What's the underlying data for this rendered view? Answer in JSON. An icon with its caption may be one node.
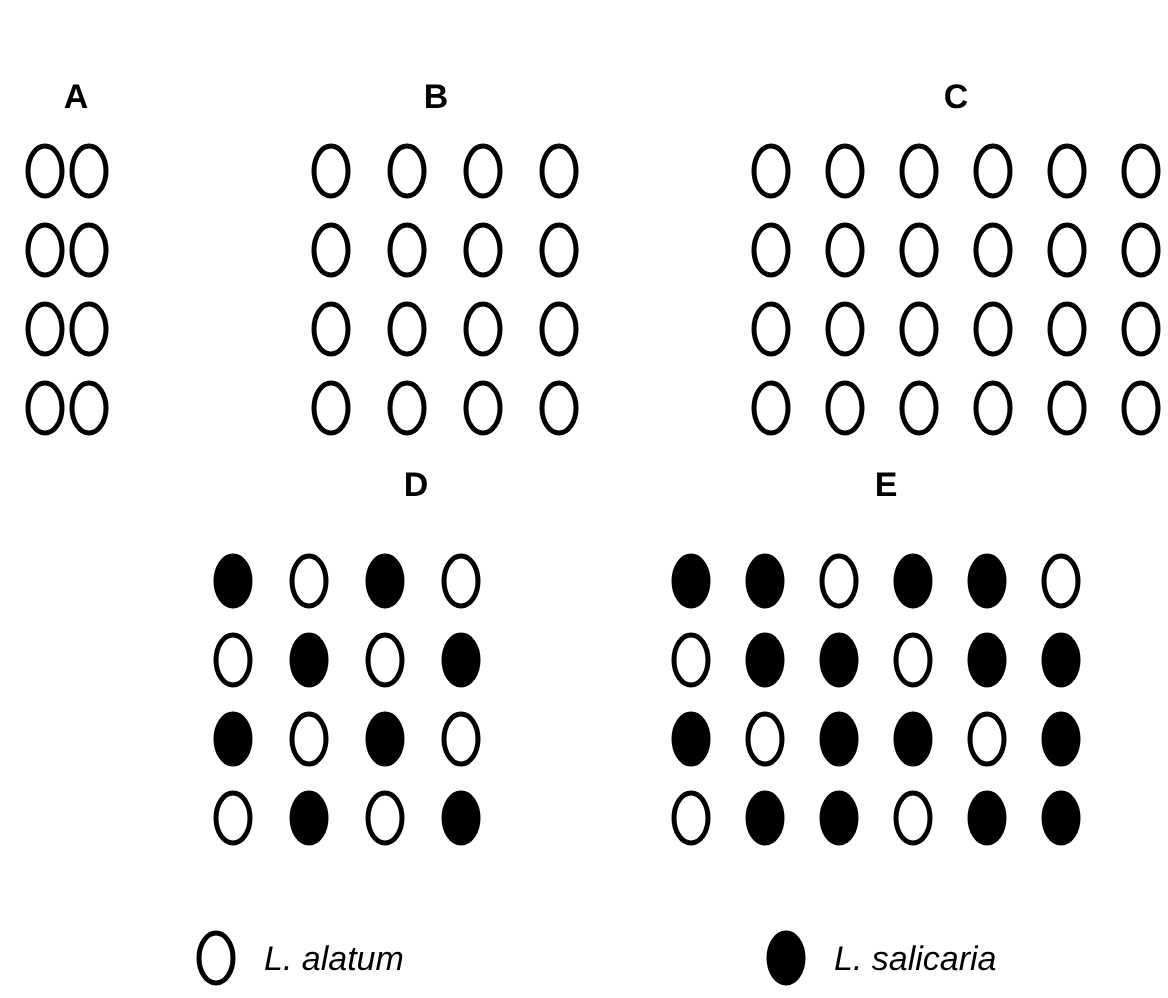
{
  "diagram": {
    "labels": [
      "A",
      "B",
      "C",
      "D",
      "E"
    ],
    "legend": [
      {
        "text": "L. alatum"
      },
      {
        "text": "L. salicaria"
      }
    ]
  }
}
